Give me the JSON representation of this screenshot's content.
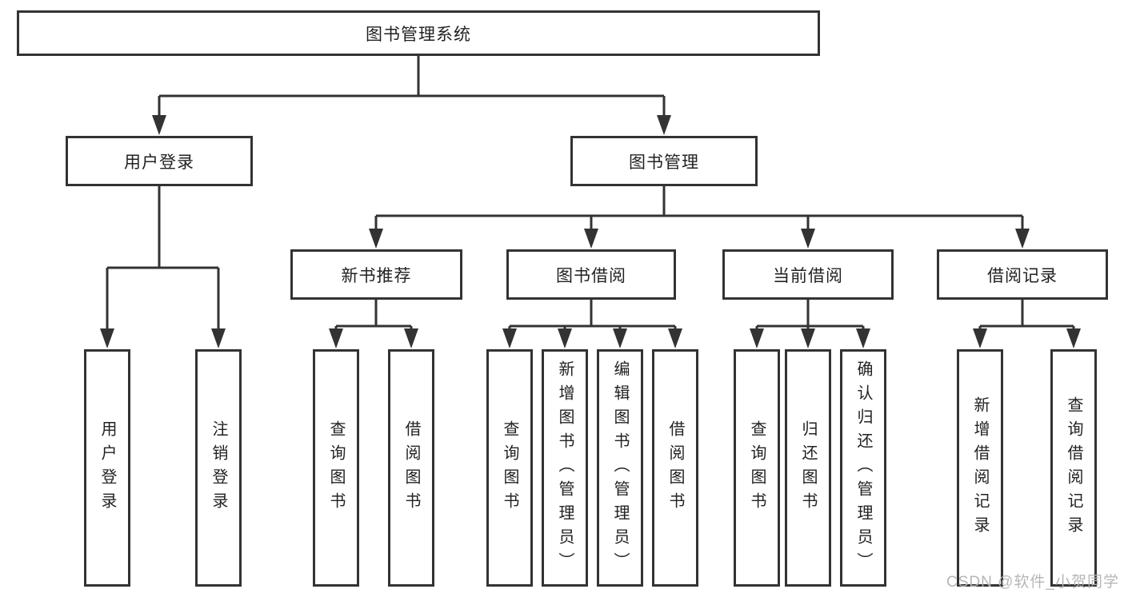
{
  "colors": {
    "line": "#333333",
    "box_border": "#333333",
    "text": "#222222",
    "watermark_text": "#b3b3b3",
    "background": "#ffffff"
  },
  "watermark": "CSDN @软件_小贺同学",
  "chart": {
    "root": "图书管理系统",
    "level2": [
      {
        "label": "用户登录",
        "children": [
          "用户登录",
          "注销登录"
        ]
      },
      {
        "label": "图书管理"
      }
    ],
    "level3": [
      {
        "label": "新书推荐",
        "children": [
          "查询图书",
          "借阅图书"
        ]
      },
      {
        "label": "图书借阅",
        "children": [
          "查询图书",
          "新增图书（管理员）",
          "编辑图书（管理员）",
          "借阅图书"
        ]
      },
      {
        "label": "当前借阅",
        "children": [
          "查询图书",
          "归还图书",
          "确认归还（管理员）"
        ]
      },
      {
        "label": "借阅记录",
        "children": [
          "新增借阅记录",
          "查询借阅记录"
        ]
      }
    ]
  }
}
